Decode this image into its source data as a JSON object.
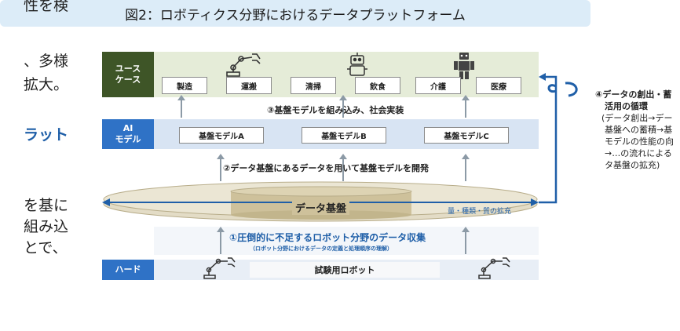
{
  "left_text": {
    "lines": [
      "性を検",
      "、多様",
      "拡大。",
      "ラット",
      "を基に",
      "組み込",
      "とで、"
    ]
  },
  "figure": {
    "title": "図2：ロボティクス分野におけるデータプラットフォーム",
    "use_case": {
      "label_line1": "ユース",
      "label_line2": "ケース",
      "items": [
        "製造",
        "運搬",
        "清掃",
        "飲食",
        "介護",
        "医療"
      ]
    },
    "step3": "③基盤モデルを組み込み、社会実装",
    "ai_model": {
      "label_line1": "AI",
      "label_line2": "モデル",
      "items": [
        "基盤モデルA",
        "基盤モデルB",
        "基盤モデルC"
      ]
    },
    "step2": "②データ基盤にあるデータを用いて基盤モデルを開発",
    "data_platform": {
      "label": "データ基盤",
      "expand": "量・種類・質の拡充"
    },
    "step1": {
      "title": "①圧倒的に不足するロボット分野のデータ収集",
      "sub": "（ロボット分野におけるデータの定義と処理順序の理解）"
    },
    "hardware": {
      "label": "ハード",
      "item": "試験用ロボット"
    },
    "cycle": {
      "title_line1": "④データの創出・蓄",
      "title_line2": "活用の循環",
      "body": [
        "(データ創出→デー",
        "基盤への蓄積→基",
        "モデルの性能の向",
        "→…の流れによる",
        "タ基盤の拡充)"
      ]
    }
  },
  "colors": {
    "title_bg": "#dcecf8",
    "usecase_label": "#3e5527",
    "usecase_band": "#e5ecd8",
    "ai_label": "#2f72c6",
    "ai_band": "#d8e4f3",
    "hard_label": "#2f72c6",
    "platform_fill": "#cec19b",
    "accent_blue": "#1f5fa8"
  }
}
